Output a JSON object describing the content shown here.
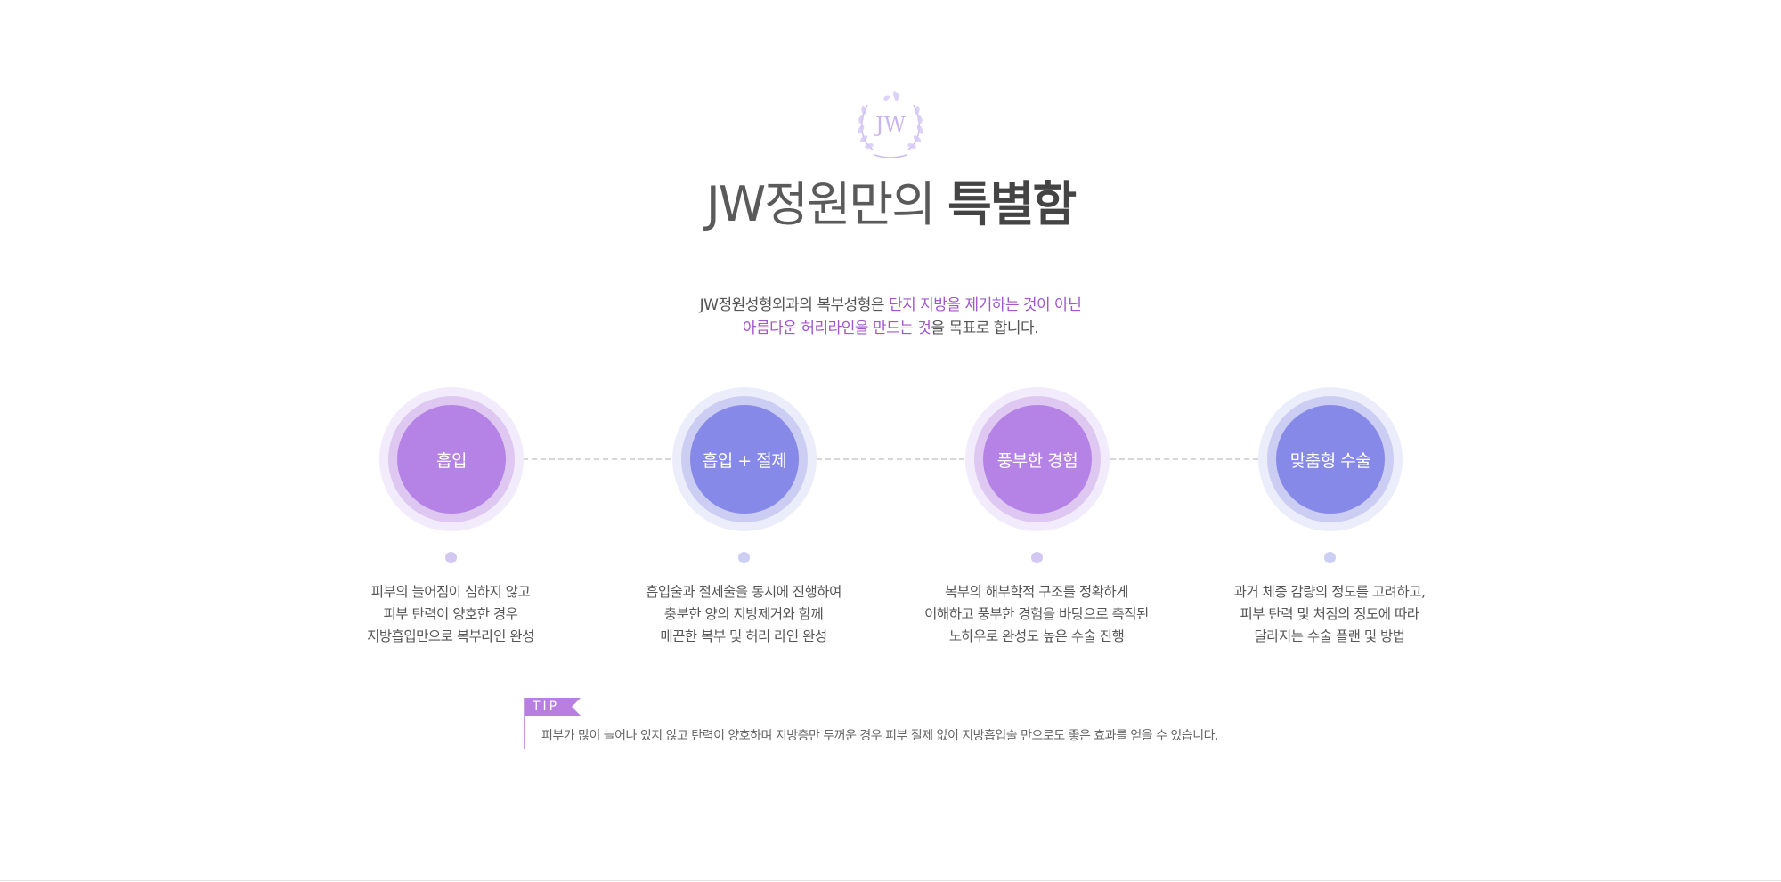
{
  "logo": {
    "text": "JW",
    "icon": "laurel-wreath-icon",
    "color": "#c9b6ee"
  },
  "title": {
    "light": "JW정원만의 ",
    "strong": "특별함"
  },
  "intro": {
    "line1_plain": "JW정원성형외과의 복부성형은 ",
    "line1_highlight": "단지 지방을 제거하는 것이 아닌",
    "line2_highlight": "아름다운 허리라인을 만드는 것",
    "line2_plain": "을 목표로 합니다."
  },
  "features": [
    {
      "label": "흡입",
      "desc": [
        "피부의 늘어짐이 심하지 않고",
        "피부 탄력이 양호한 경우",
        "지방흡입만으로 복부라인 완성"
      ]
    },
    {
      "label": "흡입 + 절제",
      "desc": [
        "흡입술과 절제술을 동시에 진행하여",
        "충분한 양의 지방제거와 함께",
        "매끈한 복부 및 허리 라인 완성"
      ]
    },
    {
      "label": "풍부한 경험",
      "desc": [
        "복부의 해부학적 구조를 정확하게",
        "이해하고 풍부한 경험을 바탕으로 축적된",
        "노하우로 완성도 높은 수술 진행"
      ]
    },
    {
      "label": "맞춤형 수술",
      "desc": [
        "과거 체중 감량의 정도를 고려하고,",
        "피부 탄력 및 처짐의 정도에 따라",
        "달라지는 수술 플랜 및 방법"
      ]
    }
  ],
  "tip": {
    "badge": "TIP",
    "text": "피부가 많이 늘어나 있지 않고 탄력이 양호하며 지방층만 두꺼운 경우 피부 절제 없이 지방흡입술 만으로도 좋은 효과를 얻을 수 있습니다."
  },
  "colors": {
    "accent_purple": "#b583e6",
    "accent_blue": "#8689e8",
    "highlight_text": "#a156c9"
  }
}
